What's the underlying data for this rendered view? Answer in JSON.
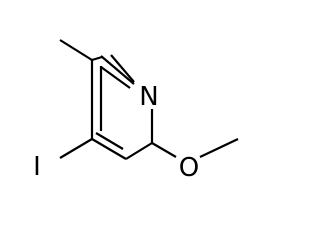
{
  "molecule": {
    "atoms": {
      "nitrogen": "N",
      "oxygen": "O",
      "iodine": "I"
    },
    "colors": {
      "background": "#ffffff",
      "bond": "#000000",
      "label": "#000000"
    }
  }
}
